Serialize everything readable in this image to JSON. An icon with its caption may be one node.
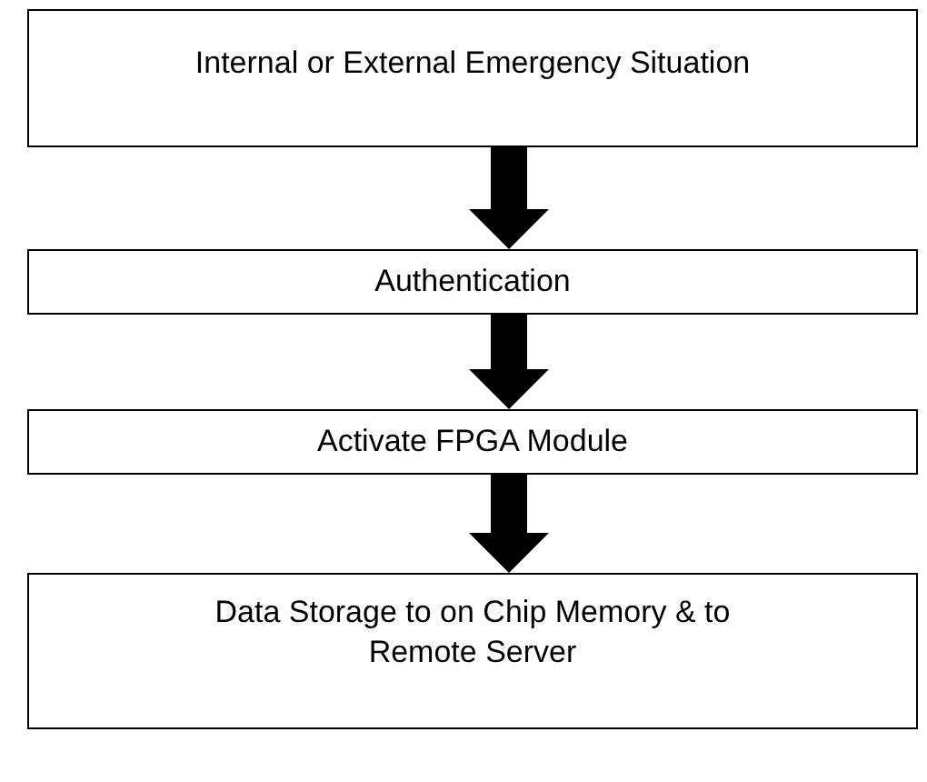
{
  "diagram": {
    "nodes": [
      {
        "text": [
          "Internal or External Emergency Situation"
        ]
      },
      {
        "text": [
          "Authentication"
        ]
      },
      {
        "text": [
          "Activate FPGA Module"
        ]
      },
      {
        "text": [
          "Data Storage to on Chip Memory & to Remote Server"
        ]
      }
    ],
    "edges": [
      {
        "from": 0,
        "to": 1,
        "arrow": "to"
      },
      {
        "from": 1,
        "to": 2,
        "arrow": "to"
      },
      {
        "from": 2,
        "to": 3,
        "arrow": "to"
      }
    ]
  }
}
